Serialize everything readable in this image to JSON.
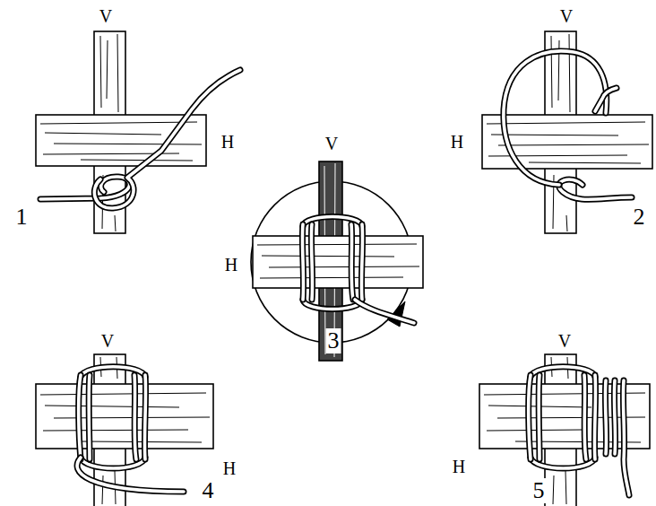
{
  "diagram": {
    "labels": [
      "V",
      "H",
      "1",
      "V",
      "H",
      "2",
      "V",
      "H",
      "3",
      "V",
      "H",
      "4",
      "V",
      "H",
      "5"
    ]
  }
}
